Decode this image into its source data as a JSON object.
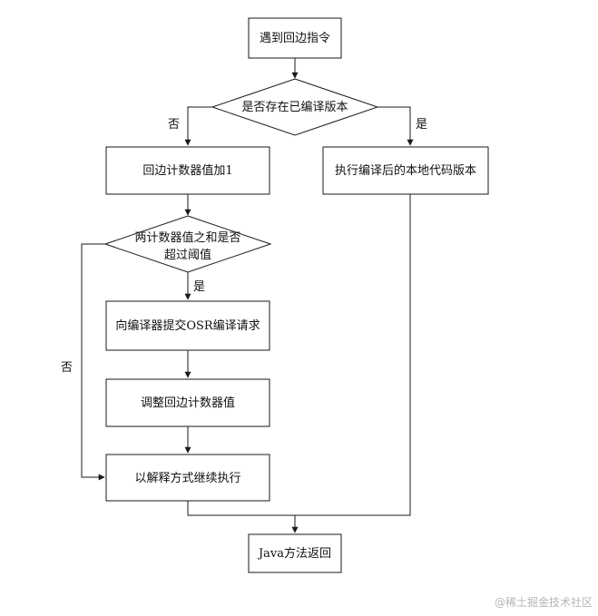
{
  "nodes": {
    "start": {
      "text": "遇到回边指令"
    },
    "check_compiled": {
      "text": "是否存在已编译版本"
    },
    "increment_counter": {
      "text": "回边计数器值加1"
    },
    "execute_native": {
      "text": "执行编译后的本地代码版本"
    },
    "check_threshold": {
      "line1": "两计数器值之和是否",
      "line2": "超过阈值"
    },
    "submit_osr": {
      "text": "向编译器提交OSR编译请求"
    },
    "adjust_counter": {
      "text": "调整回边计数器值"
    },
    "continue_interp": {
      "text": "以解释方式继续执行"
    },
    "java_return": {
      "text": "Java方法返回"
    }
  },
  "edges": {
    "no_compiled": {
      "label": "否"
    },
    "yes_compiled": {
      "label": "是"
    },
    "yes_threshold": {
      "label": "是"
    },
    "no_threshold": {
      "label": "否"
    }
  },
  "watermark": {
    "text": "@稀土掘金技术社区"
  },
  "colors": {
    "stroke": "#1a1a1a",
    "fill": "#ffffff",
    "watermark": "#b5b5b5"
  }
}
